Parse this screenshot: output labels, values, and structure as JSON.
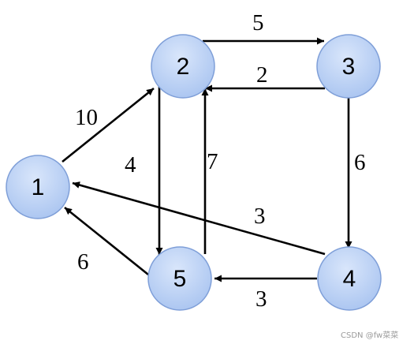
{
  "diagram": {
    "nodes": [
      {
        "id": "1",
        "label": "1"
      },
      {
        "id": "2",
        "label": "2"
      },
      {
        "id": "3",
        "label": "3"
      },
      {
        "id": "4",
        "label": "4"
      },
      {
        "id": "5",
        "label": "5"
      }
    ],
    "edges": [
      {
        "from": "1",
        "to": "2",
        "weight": "10"
      },
      {
        "from": "2",
        "to": "3",
        "weight": "5"
      },
      {
        "from": "3",
        "to": "2",
        "weight": "2"
      },
      {
        "from": "2",
        "to": "5",
        "weight": "4"
      },
      {
        "from": "5",
        "to": "2",
        "weight": "7"
      },
      {
        "from": "3",
        "to": "4",
        "weight": "6"
      },
      {
        "from": "4",
        "to": "1",
        "weight": "3"
      },
      {
        "from": "4",
        "to": "5",
        "weight": "3"
      },
      {
        "from": "5",
        "to": "1",
        "weight": "6"
      }
    ],
    "colors": {
      "node_fill_light": "#d9e6fb",
      "node_fill_dark": "#a9c4f0",
      "node_stroke": "#7f9fd8",
      "edge": "#000000"
    }
  },
  "watermark": "CSDN @fw菜菜"
}
